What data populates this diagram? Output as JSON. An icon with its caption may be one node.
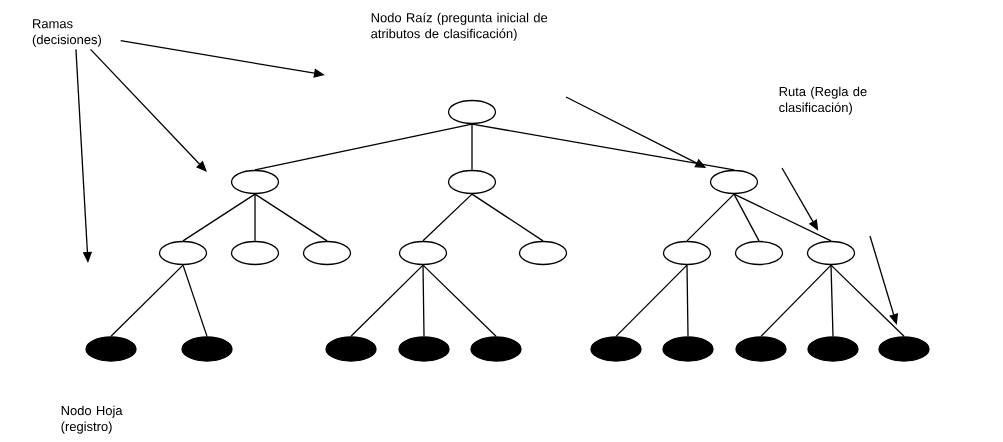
{
  "diagram": {
    "nodes": [
      {
        "text": [
          "Ramas (decisiones)"
        ]
      },
      {
        "text": [],
        "shape": "ellipse"
      },
      {
        "text": [],
        "shape": "ellipse"
      },
      {
        "text": [],
        "shape": "ellipse"
      },
      {
        "text": [],
        "shape": "ellipse"
      },
      {
        "text": [],
        "shape": "ellipse"
      },
      {
        "text": [],
        "shape": "ellipse"
      },
      {
        "text": [],
        "shape": "ellipse"
      },
      {
        "text": [],
        "shape": "ellipse"
      },
      {
        "text": [],
        "shape": "ellipse"
      },
      {
        "text": [],
        "shape": "ellipse"
      },
      {
        "text": [],
        "shape": "ellipse"
      },
      {
        "text": [],
        "shape": "ellipse"
      },
      {
        "text": [],
        "shape": "ellipse"
      },
      {
        "text": [],
        "shape": "ellipse"
      },
      {
        "text": [],
        "shape": "ellipse"
      },
      {
        "text": [],
        "shape": "ellipse"
      },
      {
        "text": [],
        "shape": "ellipse"
      },
      {
        "text": [],
        "shape": "ellipse"
      },
      {
        "text": [],
        "shape": "ellipse"
      },
      {
        "text": [],
        "shape": "ellipse"
      },
      {
        "text": [],
        "shape": "ellipse"
      },
      {
        "text": [],
        "shape": "ellipse"
      }
    ],
    "edges": [
      {
        "from": 1,
        "to": 2,
        "arrow": "none"
      },
      {
        "from": 1,
        "to": 3,
        "arrow": "none"
      },
      {
        "from": 1,
        "to": 4,
        "arrow": "none"
      },
      {
        "from": 2,
        "to": 5,
        "arrow": "none"
      },
      {
        "from": 2,
        "to": 6,
        "arrow": "none"
      },
      {
        "from": 2,
        "to": 7,
        "arrow": "none"
      },
      {
        "from": 3,
        "to": 8,
        "arrow": "none"
      },
      {
        "from": 3,
        "to": 9,
        "arrow": "none"
      },
      {
        "from": 4,
        "to": 10,
        "arrow": "none"
      },
      {
        "from": 4,
        "to": 11,
        "arrow": "none"
      },
      {
        "from": 4,
        "to": 12,
        "arrow": "none"
      },
      {
        "from": 5,
        "to": 13,
        "arrow": "none"
      },
      {
        "from": 5,
        "to": 14,
        "arrow": "none"
      },
      {
        "from": 8,
        "to": 15,
        "arrow": "none"
      },
      {
        "from": 8,
        "to": 16,
        "arrow": "none"
      },
      {
        "from": 8,
        "to": 17,
        "arrow": "none"
      },
      {
        "from": 10,
        "to": 18,
        "arrow": "none"
      },
      {
        "from": 10,
        "to": 19,
        "arrow": "none"
      },
      {
        "from": 12,
        "to": 20,
        "arrow": "none"
      },
      {
        "from": 12,
        "to": 21,
        "arrow": "none"
      },
      {
        "from": 12,
        "to": 22,
        "arrow": "none"
      },
      {
        "from": 0,
        "to": null,
        "arrow": "to"
      },
      {
        "from": 0,
        "to": null,
        "arrow": "to"
      },
      {
        "from": 0,
        "to": null,
        "arrow": "to"
      },
      {
        "from": null,
        "to": 4,
        "arrow": "to"
      },
      {
        "from": null,
        "to": 12,
        "arrow": "to"
      },
      {
        "from": null,
        "to": 22,
        "arrow": "to"
      }
    ],
    "labels": [
      "Nodo Raíz (pregunta inicial de atributos de clasificación)",
      "Ruta (Regla de clasificación)",
      "Nodo Hoja (registro)"
    ]
  }
}
